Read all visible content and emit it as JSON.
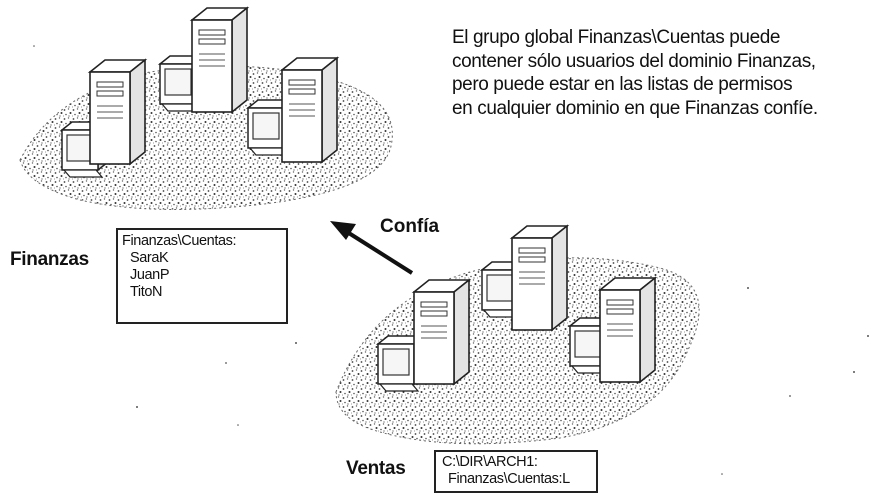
{
  "caption": {
    "lines": [
      "El grupo global Finanzas\\Cuentas puede",
      "contener sólo usuarios del dominio Finanzas,",
      "pero puede estar en las listas de permisos",
      "en cualquier dominio en que Finanzas confíe."
    ]
  },
  "domains": {
    "finanzas": {
      "label": "Finanzas",
      "group_box": {
        "title": "Finanzas\\Cuentas:",
        "members": [
          "SaraK",
          "JuanP",
          "TitoN"
        ]
      }
    },
    "ventas": {
      "label": "Ventas",
      "acl_box": {
        "path": "C:\\DIR\\ARCH1:",
        "entry": "Finanzas\\Cuentas:L"
      }
    }
  },
  "trust": {
    "label": "Confía"
  },
  "colors": {
    "ink": "#111111",
    "ground": "#555555",
    "paper": "#ffffff"
  },
  "icons": [
    "server-tower-icon",
    "workstation-icon",
    "trust-arrow-icon"
  ]
}
